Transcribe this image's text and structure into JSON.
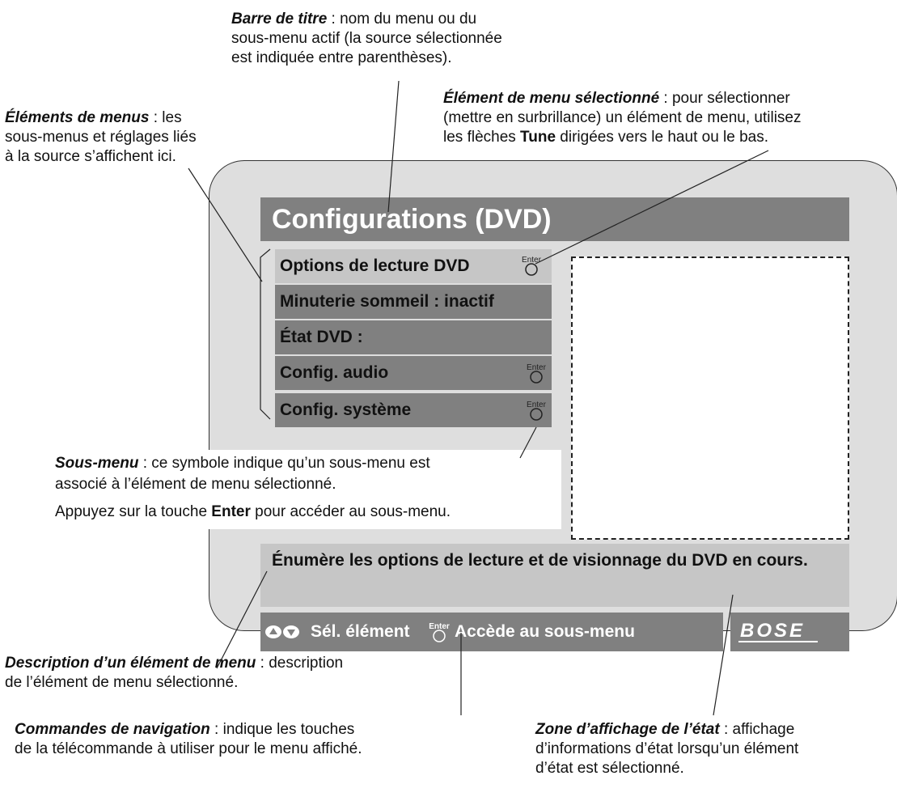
{
  "annotations": {
    "title_bar": {
      "term": "Barre de titre",
      "lines": [
        " : nom du menu ou du",
        "sous-menu actif (la source sélectionnée",
        "est indiquée entre parenthèses)."
      ]
    },
    "menu_items": {
      "term": "Éléments de menus",
      "lines": [
        " : les",
        "sous-menus et réglages liés",
        "à la source s’affichent ici."
      ]
    },
    "selected_item": {
      "term": "Élément de menu sélectionné",
      "line1": " : pour sélectionner",
      "line2": "(mettre en surbrillance) un élément de menu, utilisez",
      "line3_pre": "les flèches ",
      "line3_bold": "Tune",
      "line3_post": " dirigées vers le haut ou le bas."
    },
    "submenu": {
      "term": "Sous-menu",
      "line1": " : ce symbole indique qu’un sous-menu est",
      "line2": "associé à l’élément de menu sélectionné.",
      "line3_pre": "Appuyez sur la touche ",
      "line3_bold": "Enter",
      "line3_post": " pour accéder au sous-menu."
    },
    "description": {
      "term": "Description d’un élément de menu",
      "line1": " : description",
      "line2": "de l’élément de menu sélectionné."
    },
    "navigation": {
      "term": "Commandes de navigation",
      "line1": " : indique les touches",
      "line2": "de la télécommande à utiliser pour le menu affiché."
    },
    "status_zone": {
      "term": "Zone d’affichage de l’état",
      "line1": " : affichage",
      "line2": "d’informations d’état lorsqu’un élément",
      "line3": "d’état est sélectionné."
    }
  },
  "screen": {
    "title": "Configurations (DVD)",
    "items": [
      {
        "label": "Options de lecture DVD",
        "has_submenu": true,
        "selected": true
      },
      {
        "label": "Minuterie sommeil : inactif",
        "has_submenu": false,
        "selected": false
      },
      {
        "label": "État DVD :",
        "has_submenu": false,
        "selected": false
      },
      {
        "label": "Config. audio",
        "has_submenu": true,
        "selected": false
      },
      {
        "label": "Config. système",
        "has_submenu": true,
        "selected": false
      }
    ],
    "enter_symbol": "Enter",
    "description": "Énumère les options de lecture et de visionnage du DVD en cours.",
    "nav_select": "Sél. élément",
    "nav_submenu": "Accède au sous-menu",
    "logo": "BOSE"
  },
  "colors": {
    "dark_bar": "#808080",
    "highlight": "#c6c6c6",
    "screen_bg": "#dedede"
  }
}
